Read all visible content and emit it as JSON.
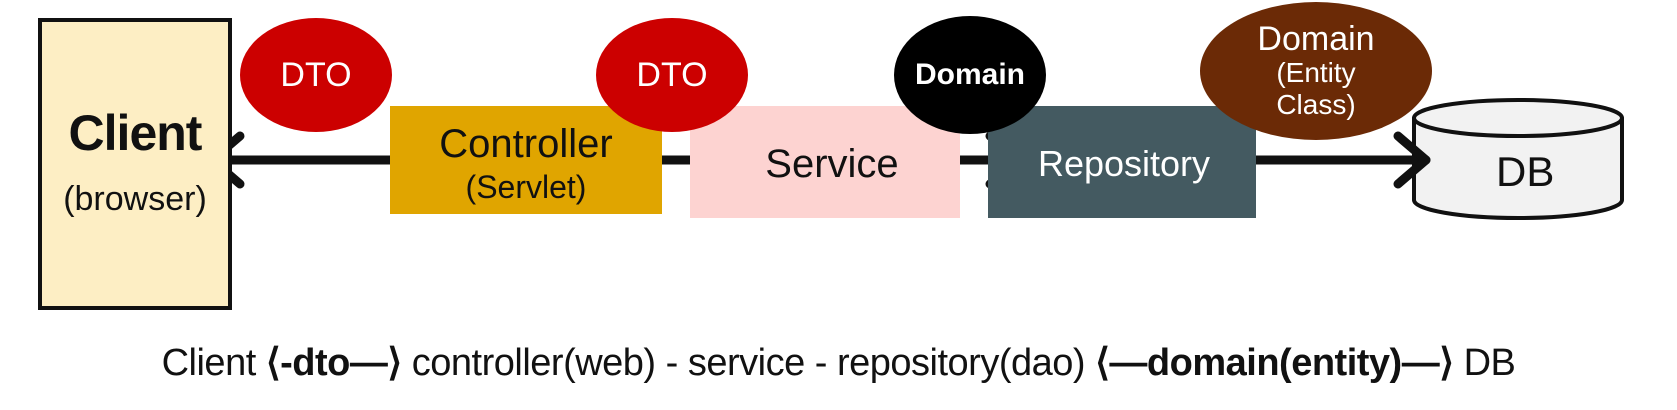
{
  "client": {
    "title": "Client",
    "subtitle": "(browser)"
  },
  "controller": {
    "title": "Controller",
    "subtitle": "(Servlet)"
  },
  "service": {
    "title": "Service"
  },
  "repository": {
    "title": "Repository"
  },
  "db": {
    "label": "DB"
  },
  "ellipses": {
    "dto1": "DTO",
    "dto2": "DTO",
    "domain1": "Domain",
    "domain2_title": "Domain",
    "domain2_sub1": "(Entity",
    "domain2_sub2": "Class)"
  },
  "caption": {
    "part1": "Client ",
    "part2": "⟨-dto—⟩",
    "part3": " controller(web) - service - repository(dao) ",
    "part4": "⟨—domain(entity)—⟩",
    "part5": " DB"
  },
  "colors": {
    "client_fill": "#fdeec4",
    "controller_fill": "#e0a500",
    "service_fill": "#fdd3d1",
    "repository_fill": "#445a61",
    "dto_fill": "#cc0000",
    "domain_fill": "#000000",
    "entity_fill": "#6b2a06",
    "db_fill": "#f2f2f2"
  }
}
